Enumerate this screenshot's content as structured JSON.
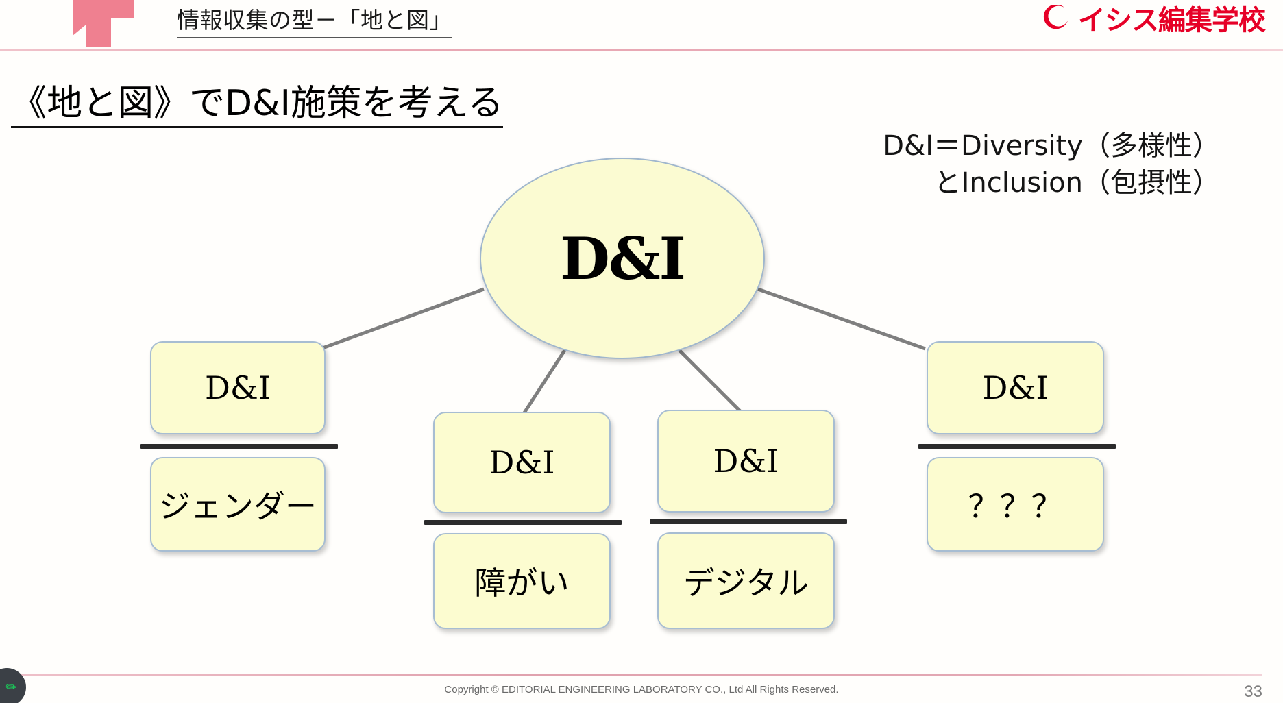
{
  "header": {
    "title": "情報収集の型－「地と図」",
    "logo_icon": "tsukuba-t-logo-icon",
    "brand_mark_icon": "isis-crescent-icon",
    "brand_text": "イシス編集学校"
  },
  "slide": {
    "title": "《地と図》でD&I施策を考える",
    "side_note_line1": "D&I＝Diversity（多様性）",
    "side_note_line2": "とInclusion（包摂性）"
  },
  "diagram": {
    "type": "mind-map",
    "center": {
      "label": "D&I"
    },
    "groups": [
      {
        "id": "g1",
        "top_label": "D&I",
        "bottom_label": "ジェンダー"
      },
      {
        "id": "g2",
        "top_label": "D&I",
        "bottom_label": "障がい"
      },
      {
        "id": "g3",
        "top_label": "D&I",
        "bottom_label": "デジタル"
      },
      {
        "id": "g4",
        "top_label": "D&I",
        "bottom_label": "？？？"
      }
    ],
    "colors": {
      "node_fill": "#fcfcd0",
      "node_border": "#a7bdd2",
      "connector": "#7f7f7f",
      "divider": "#2b2b2b"
    }
  },
  "footer": {
    "copyright": "Copyright © EDITORIAL ENGINEERING LABORATORY CO., Ltd All Rights Reserved.",
    "page_number": "33",
    "badge_glyph": "✎"
  }
}
